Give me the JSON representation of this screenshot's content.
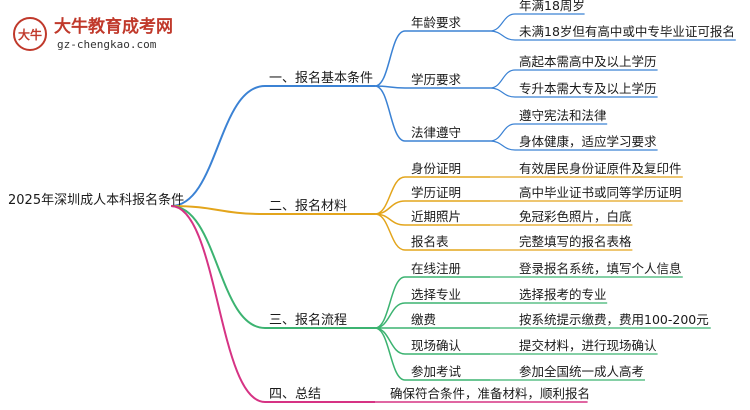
{
  "logo": {
    "title": "大牛教育成考网",
    "url": "gz-chengkao.com",
    "mark_text": "大牛"
  },
  "root": "2025年深圳成人本科报名条件",
  "branches": [
    {
      "label": "一、报名基本条件",
      "color": "#3b82d4",
      "children": [
        {
          "label": "年龄要求",
          "children": [
            "年满18周岁",
            "未满18岁但有高中或中专毕业证可报名"
          ]
        },
        {
          "label": "学历要求",
          "children": [
            "高起本需高中及以上学历",
            "专升本需大专及以上学历"
          ]
        },
        {
          "label": "法律遵守",
          "children": [
            "遵守宪法和法律",
            "身体健康，适应学习要求"
          ]
        }
      ]
    },
    {
      "label": "二、报名材料",
      "color": "#e3a51c",
      "children": [
        {
          "label": "身份证明",
          "children": [
            "有效居民身份证原件及复印件"
          ]
        },
        {
          "label": "学历证明",
          "children": [
            "高中毕业证书或同等学历证明"
          ]
        },
        {
          "label": "近期照片",
          "children": [
            "免冠彩色照片，白底"
          ]
        },
        {
          "label": "报名表",
          "children": [
            "完整填写的报名表格"
          ]
        }
      ]
    },
    {
      "label": "三、报名流程",
      "color": "#3cb371",
      "children": [
        {
          "label": "在线注册",
          "children": [
            "登录报名系统，填写个人信息"
          ]
        },
        {
          "label": "选择专业",
          "children": [
            "选择报考的专业"
          ]
        },
        {
          "label": "缴费",
          "children": [
            "按系统提示缴费，费用100-200元"
          ]
        },
        {
          "label": "现场确认",
          "children": [
            "提交材料，进行现场确认"
          ]
        },
        {
          "label": "参加考试",
          "children": [
            "参加全国统一成人高考"
          ]
        }
      ]
    },
    {
      "label": "四、总结",
      "color": "#d63384",
      "children": [
        {
          "label": "确保符合条件，准备材料，顺利报名",
          "children": []
        }
      ]
    }
  ]
}
